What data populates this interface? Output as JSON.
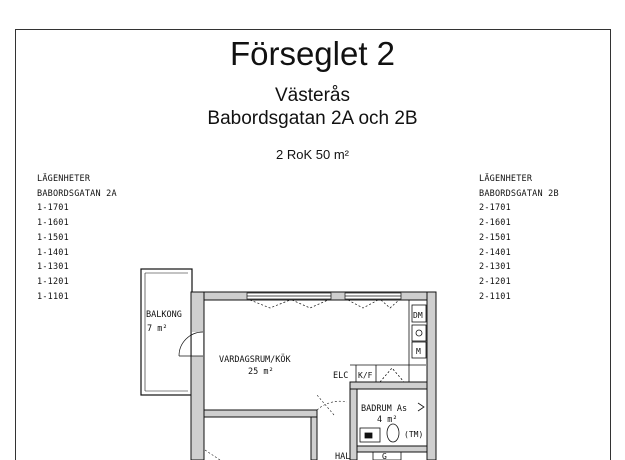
{
  "header": {
    "title": "Förseglet 2",
    "city": "Västerås",
    "street": "Babordsgatan 2A och 2B",
    "apartment_type": "2 RoK 50 m²"
  },
  "list_a": {
    "heading_1": "LÄGENHETER",
    "heading_2": "BABORDSGATAN 2A",
    "items": [
      "1-1701",
      "1-1601",
      "1-1501",
      "1-1401",
      "1-1301",
      "1-1201",
      "1-1101"
    ]
  },
  "list_b": {
    "heading_1": "LÄGENHETER",
    "heading_2": "BABORDSGATAN 2B",
    "items": [
      "2-1701",
      "2-1601",
      "2-1501",
      "2-1401",
      "2-1301",
      "2-1201",
      "2-1101"
    ]
  },
  "plan": {
    "balcony_label": "BALKONG",
    "balcony_area": "7 m²",
    "living_label": "VARDAGSRUM/KÖK",
    "living_area": "25 m²",
    "bathroom_label": "BADRUM As",
    "bathroom_area": "4 m²",
    "elc_label": "ELC",
    "kf_label": "K/F",
    "dm_label": "DM",
    "m_label": "M",
    "tm_label": "(TM)",
    "hall_label": "HAL",
    "g_label": "G"
  }
}
